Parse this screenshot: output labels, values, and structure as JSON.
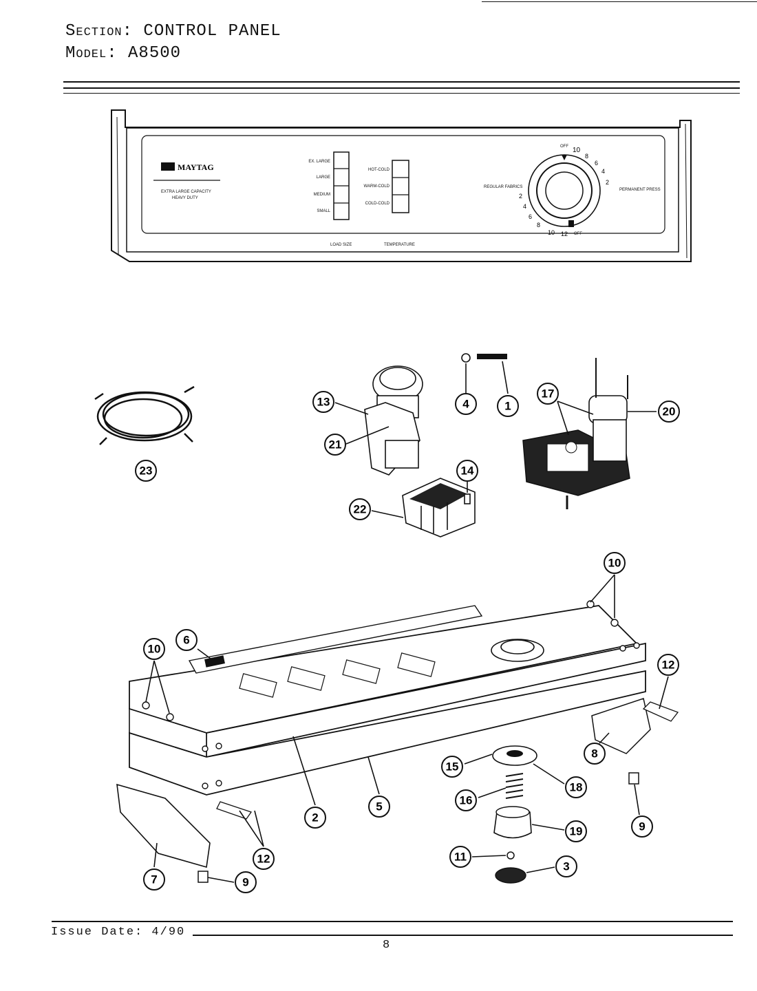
{
  "header": {
    "section_label": "Section:",
    "section_value": "CONTROL PANEL",
    "model_label": "Model:",
    "model_value": "A8500"
  },
  "panel": {
    "brand": "MAYTAG",
    "capacity_line1": "EXTRA LARGE CAPACITY",
    "capacity_line2": "HEAVY DUTY",
    "load_options": [
      "EX. LARGE",
      "LARGE",
      "MEDIUM",
      "SMALL"
    ],
    "temp_options": [
      "HOT-COLD",
      "WARM-COLD",
      "COLD-COLD"
    ],
    "load_label": "LOAD SIZE",
    "temp_label": "TEMPERATURE",
    "dial_left": "REGULAR FABRICS",
    "dial_right": "PERMANENT PRESS",
    "dial_numbers": [
      "10",
      "8",
      "6",
      "4",
      "2",
      "2",
      "4",
      "6",
      "8",
      "10",
      "12"
    ],
    "dial_off": "OFF"
  },
  "callouts": [
    "1",
    "2",
    "3",
    "4",
    "5",
    "6",
    "7",
    "8",
    "9",
    "9",
    "10",
    "10",
    "11",
    "12",
    "12",
    "13",
    "14",
    "15",
    "16",
    "17",
    "18",
    "19",
    "20",
    "21",
    "22",
    "23"
  ],
  "footer": {
    "issue_date": "Issue Date: 4/90",
    "page_number": "8"
  }
}
